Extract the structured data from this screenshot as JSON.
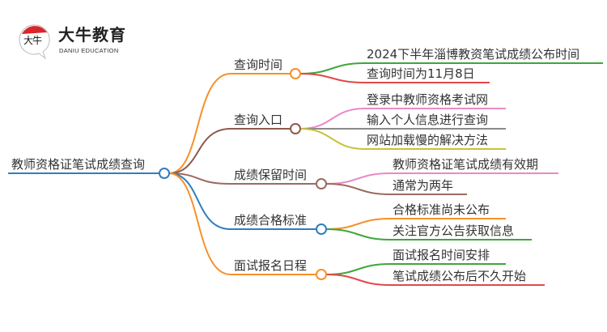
{
  "logo": {
    "name_cn": "大牛教育",
    "name_en": "DANIU EDUCATION",
    "mark_text": "大牛",
    "accent": "#d9262b"
  },
  "root": {
    "label": "教师资格证笔试成绩查询",
    "color": "#2f7ebf"
  },
  "branches": [
    {
      "label": "查询时间",
      "color": "#f7902a",
      "leaves": [
        {
          "label": "2024下半年淄博教资笔试成绩公布时间",
          "color": "#3fa63b"
        },
        {
          "label": "查询时间为11月8日",
          "color": "#e0484a"
        }
      ]
    },
    {
      "label": "查询入口",
      "color": "#8e5a4f",
      "leaves": [
        {
          "label": "登录中教师资格考试网",
          "color": "#e88ac8"
        },
        {
          "label": "输入个人信息进行查询",
          "color": "#8a8a8a"
        },
        {
          "label": "网站加载慢的解决方法",
          "color": "#c7c237"
        }
      ]
    },
    {
      "label": "成绩保留时间",
      "color": "#9c6b5f",
      "leaves": [
        {
          "label": "教师资格证笔试成绩有效期",
          "color": "#e88ac8"
        },
        {
          "label": "通常为两年",
          "color": "#9c6b5f"
        }
      ]
    },
    {
      "label": "成绩合格标准",
      "color": "#2f7ebf",
      "leaves": [
        {
          "label": "合格标准尚未公布",
          "color": "#f7902a"
        },
        {
          "label": "关注官方公告获取信息",
          "color": "#3fa63b"
        }
      ]
    },
    {
      "label": "面试报名日程",
      "color": "#f7902a",
      "leaves": [
        {
          "label": "面试报名时间安排",
          "color": "#3fa63b"
        },
        {
          "label": "笔试成绩公布后不久开始",
          "color": "#e0484a"
        }
      ]
    }
  ]
}
